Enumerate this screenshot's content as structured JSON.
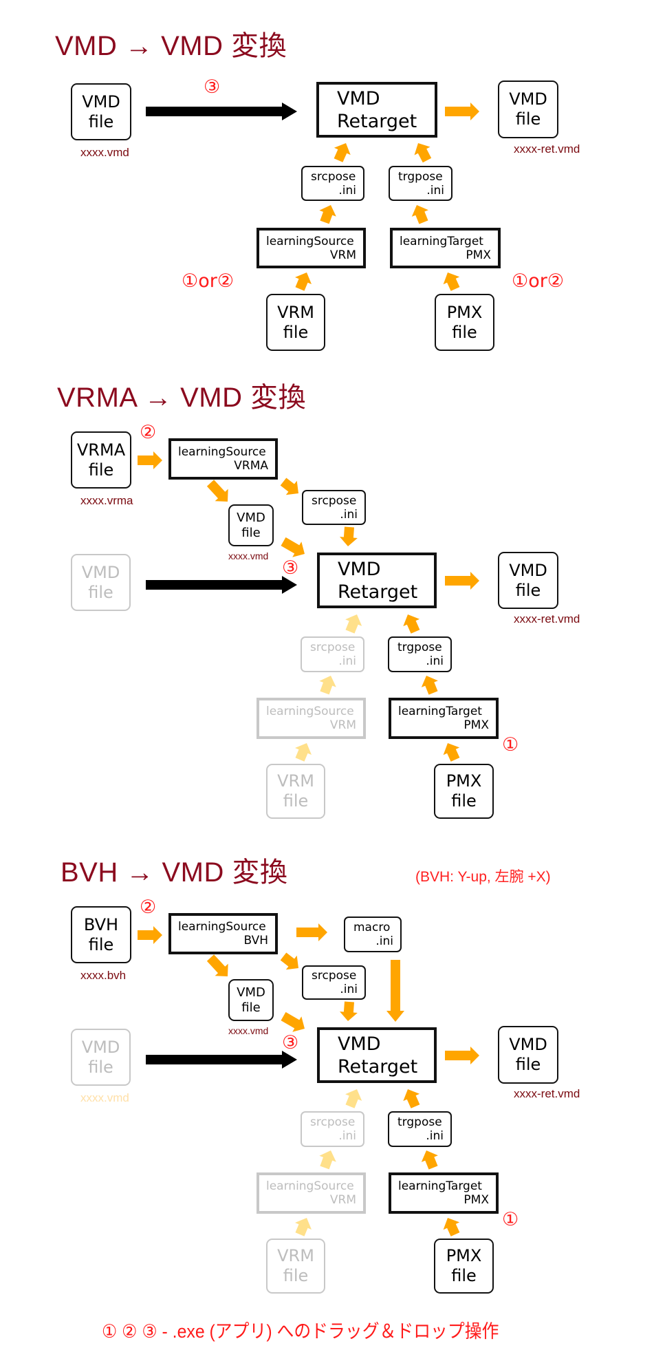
{
  "colors": {
    "title": "#8b0a1e",
    "arrow": "#ffa500",
    "arrow_faded": "#ffe08a",
    "marker": "#ff1a1a",
    "filename": "#7a0a10",
    "faded_border": "#c8c8c8"
  },
  "sections": [
    {
      "title": "VMD → VMD 変換",
      "input_file": {
        "line1": "VMD",
        "line2": "file",
        "filename": "xxxx.vmd"
      },
      "input_marker": "③",
      "retarget": {
        "line1": "VMD",
        "line2": "Retarget"
      },
      "output_file": {
        "line1": "VMD",
        "line2": "file",
        "filename": "xxxx-ret.vmd"
      },
      "srcpose": {
        "line1": "srcpose",
        "line2": ".ini"
      },
      "trgpose": {
        "line1": "trgpose",
        "line2": ".ini"
      },
      "learning_source": {
        "line1": "learningSource",
        "line2": "VRM"
      },
      "learning_target": {
        "line1": "learningTarget",
        "line2": "PMX"
      },
      "source_model_file": {
        "line1": "VRM",
        "line2": "file"
      },
      "target_model_file": {
        "line1": "PMX",
        "line2": "file"
      },
      "source_marker": "①or②",
      "target_marker": "①or②"
    },
    {
      "title": "VRMA → VMD 変換",
      "input_file": {
        "line1": "VRMA",
        "line2": "file",
        "filename": "xxxx.vrma"
      },
      "input_marker": "②",
      "learning_source": {
        "line1": "learningSource",
        "line2": "VRMA"
      },
      "intermediate_file": {
        "line1": "VMD",
        "line2": "file",
        "filename": "xxxx.vmd"
      },
      "srcpose": {
        "line1": "srcpose",
        "line2": ".ini"
      },
      "retarget_marker": "③",
      "retarget": {
        "line1": "VMD",
        "line2": "Retarget"
      },
      "output_file": {
        "line1": "VMD",
        "line2": "file",
        "filename": "xxxx-ret.vmd"
      },
      "faded_input_file": {
        "line1": "VMD",
        "line2": "file"
      },
      "faded_srcpose": {
        "line1": "srcpose",
        "line2": ".ini"
      },
      "faded_learning_source": {
        "line1": "learningSource",
        "line2": "VRM"
      },
      "faded_source_model_file": {
        "line1": "VRM",
        "line2": "file"
      },
      "trgpose": {
        "line1": "trgpose",
        "line2": ".ini"
      },
      "learning_target": {
        "line1": "learningTarget",
        "line2": "PMX"
      },
      "target_model_file": {
        "line1": "PMX",
        "line2": "file"
      },
      "target_marker": "①"
    },
    {
      "title": "BVH → VMD 変換",
      "note": "(BVH: Y-up, 左腕 +X)",
      "input_file": {
        "line1": "BVH",
        "line2": "file",
        "filename": "xxxx.bvh"
      },
      "input_marker": "②",
      "learning_source": {
        "line1": "learningSource",
        "line2": "BVH"
      },
      "macro": {
        "line1": "macro",
        "line2": ".ini"
      },
      "intermediate_file": {
        "line1": "VMD",
        "line2": "file",
        "filename": "xxxx.vmd"
      },
      "srcpose": {
        "line1": "srcpose",
        "line2": ".ini"
      },
      "retarget_marker": "③",
      "retarget": {
        "line1": "VMD",
        "line2": "Retarget"
      },
      "output_file": {
        "line1": "VMD",
        "line2": "file",
        "filename": "xxxx-ret.vmd"
      },
      "faded_input_file": {
        "line1": "VMD",
        "line2": "file",
        "filename": "xxxx.vmd"
      },
      "faded_srcpose": {
        "line1": "srcpose",
        "line2": ".ini"
      },
      "faded_learning_source": {
        "line1": "learningSource",
        "line2": "VRM"
      },
      "faded_source_model_file": {
        "line1": "VRM",
        "line2": "file"
      },
      "trgpose": {
        "line1": "trgpose",
        "line2": ".ini"
      },
      "learning_target": {
        "line1": "learningTarget",
        "line2": "PMX"
      },
      "target_model_file": {
        "line1": "PMX",
        "line2": "file"
      },
      "target_marker": "①"
    }
  ],
  "footer": "① ② ③ - .exe (アプリ) へのドラッグ＆ドロップ操作"
}
